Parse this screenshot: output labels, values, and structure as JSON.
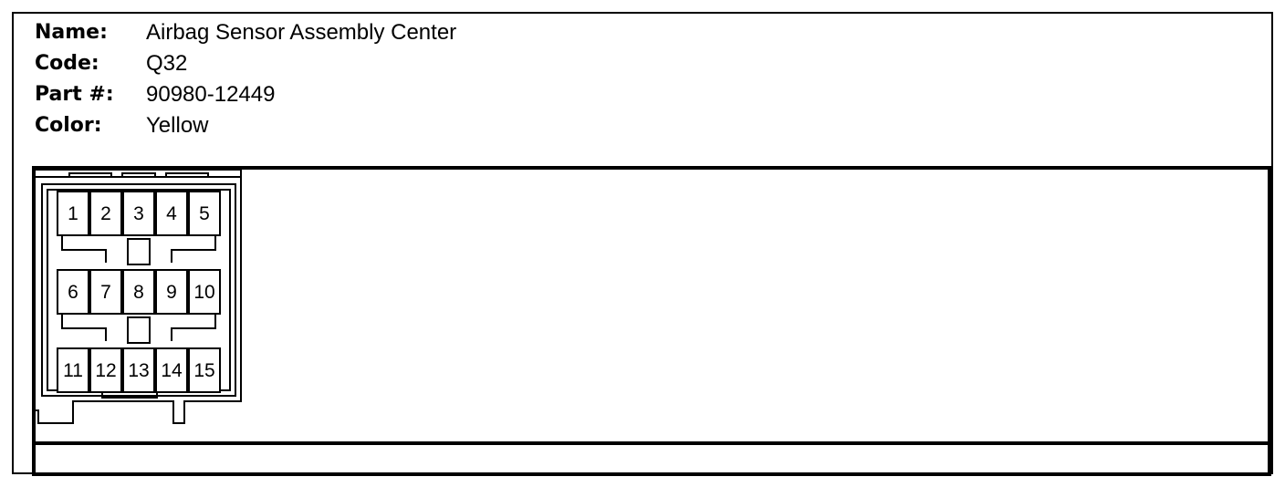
{
  "component": {
    "name_label": "Name:",
    "name_value": "Airbag Sensor Assembly Center",
    "code_label": "Code:",
    "code_value": "Q32",
    "part_label": "Part #:",
    "part_value": "90980-12449",
    "color_label": "Color:",
    "color_value": "Yellow"
  },
  "connector": {
    "pins": [
      "1",
      "2",
      "3",
      "4",
      "5",
      "6",
      "7",
      "8",
      "9",
      "10",
      "11",
      "12",
      "13",
      "14",
      "15"
    ]
  }
}
